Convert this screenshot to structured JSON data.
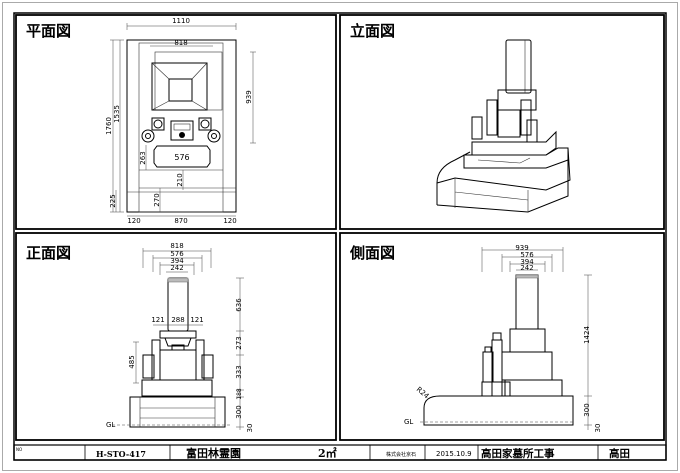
{
  "views": {
    "plan": {
      "title": "平面図",
      "dims": {
        "w_total": "1110",
        "w_inner": "818",
        "h_total": "1760",
        "h_1535": "1535",
        "h_939": "939",
        "box_w": "576",
        "d_263": "263",
        "d_210": "210",
        "d_270": "270",
        "d_225": "225",
        "b_left": "120",
        "b_mid": "870",
        "b_right": "120"
      }
    },
    "elevation": {
      "title": "立面図"
    },
    "front": {
      "title": "正面図",
      "dims": {
        "w818": "818",
        "w576": "576",
        "w394": "394",
        "w242": "242",
        "s121a": "121",
        "s288": "288",
        "s121b": "121",
        "h636": "636",
        "h273": "273",
        "h333": "333",
        "h188": "188",
        "h300": "300",
        "h30": "30",
        "h485": "485",
        "gl": "GL"
      }
    },
    "side": {
      "title": "側面図",
      "dims": {
        "w939": "939",
        "w576": "576",
        "w394": "394",
        "w242": "242",
        "h1424": "1424",
        "h300": "300",
        "h30": "30",
        "r24": "R24",
        "gl": "GL"
      }
    }
  },
  "title_block": {
    "no_label": "NO",
    "product_code": "H-STO-417",
    "cemetery": "富田林霊園",
    "area": "2㎡",
    "client": "株式会社京石",
    "date": "2015.10.9",
    "project": "高田家墓所工事",
    "customer": "高田"
  }
}
